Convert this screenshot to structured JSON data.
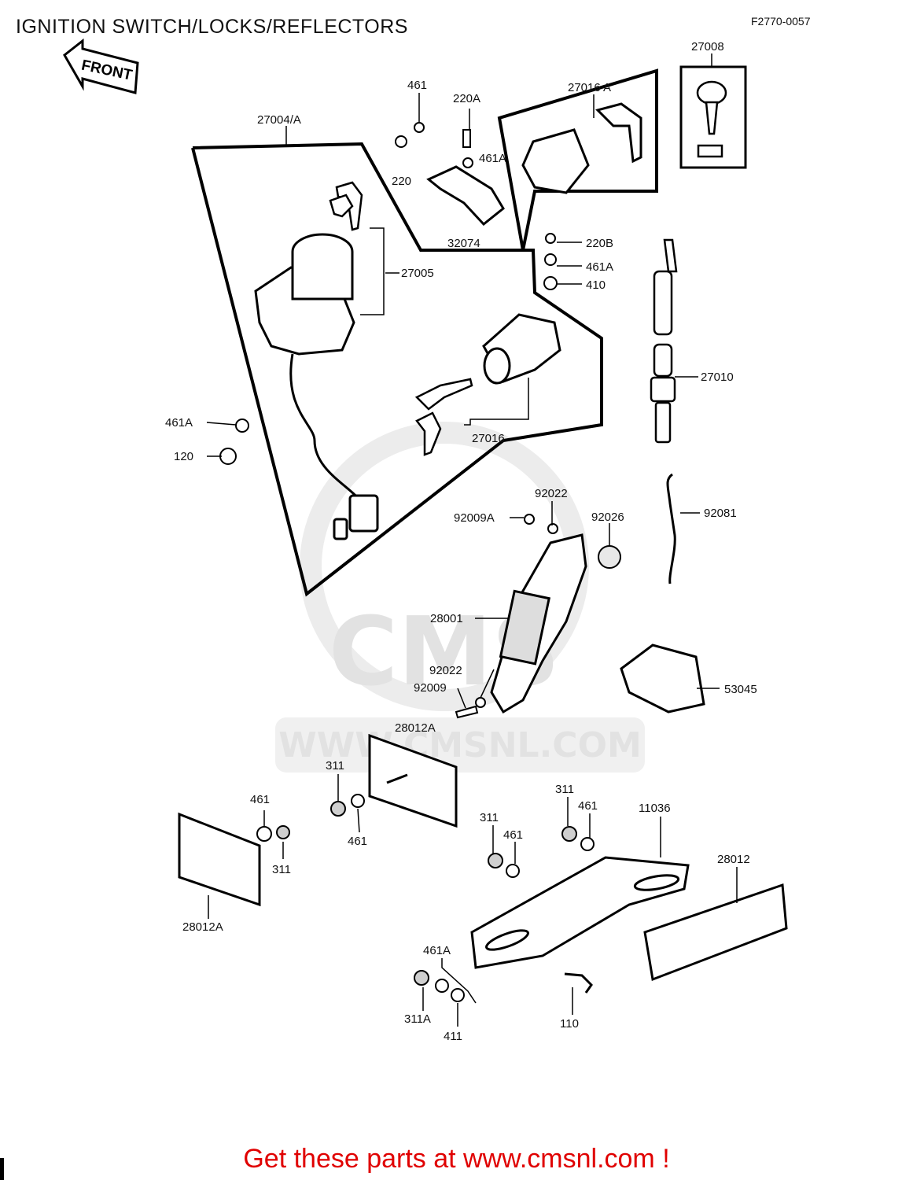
{
  "header": {
    "title": "IGNITION SWITCH/LOCKS/REFLECTORS",
    "figure_code": "F2770-0057"
  },
  "orientation": {
    "label": "FRONT"
  },
  "watermark": {
    "text": "WWW.CMSNL.COM",
    "logo": "CMS"
  },
  "parts": {
    "p27004A": "27004/A",
    "p461_top": "461",
    "p220A": "220A",
    "p461A_top": "461A",
    "p220": "220",
    "p32074": "32074",
    "p27016A": "27016 A",
    "p27008": "27008",
    "p27005": "27005",
    "p220B": "220B",
    "p461A_mid": "461A",
    "p410": "410",
    "p27010": "27010",
    "p27016": "27016",
    "p461A_left": "461A",
    "p120": "120",
    "p92022_top": "92022",
    "p92009A": "92009A",
    "p92026": "92026",
    "p92081": "92081",
    "p28001": "28001",
    "p53045": "53045",
    "p92022_low": "92022",
    "p92009": "92009",
    "p28012A_top": "28012A",
    "p311_a": "311",
    "p461_a": "461",
    "p461_b": "461",
    "p311_b": "311",
    "p28012A_low": "28012A",
    "p311_c": "311",
    "p461_c": "461",
    "p311_d": "311",
    "p461_d": "461",
    "p11036": "11036",
    "p28012": "28012",
    "p461A_low": "461A",
    "p311A": "311A",
    "p411": "411",
    "p110": "110"
  },
  "promo": {
    "text": "Get these parts at www.cmsnl.com !"
  }
}
